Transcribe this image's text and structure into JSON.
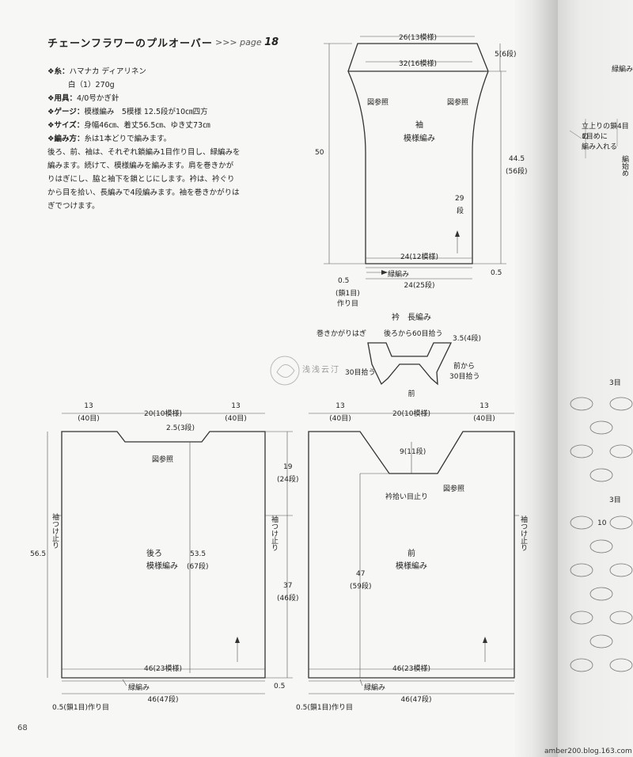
{
  "page_title": "チェーンフラワーのプルオーバー",
  "page_ref_prefix": ">>> page",
  "page_ref_num": "18",
  "specs": [
    {
      "key": "❖糸：",
      "value": "ハマナカ ディアリネン"
    },
    {
      "key": "",
      "value": "白（1）270g"
    },
    {
      "key": "❖用具：",
      "value": "4/0号かぎ針"
    },
    {
      "key": "❖ゲージ：",
      "value": "模様編み　5模様 12.5段が10㎝四方"
    },
    {
      "key": "❖サイズ：",
      "value": "身幅46㎝、着丈56.5㎝、ゆき丈73㎝"
    },
    {
      "key": "❖編み方：",
      "value": "糸は1本どりで編みます。"
    }
  ],
  "instructions": "後ろ、前、袖は、それぞれ鎖編み1目作り目し、緑編みを編みます。続けて、模様編みを編みます。肩を巻きかがりはぎにし、脇と袖下を鎖とじにします。衿は、衿ぐりから目を拾い、長編みで4段編みます。袖を巻きかがりはぎでつけます。",
  "sleeve": {
    "top_width": "26(13模様)",
    "inner_width": "32(16模様)",
    "cap_rows": "5(6段)",
    "ref_left": "図参照",
    "ref_right": "図参照",
    "name": "袖",
    "pattern": "模様編み",
    "total_length": "50",
    "side_length": "44.5",
    "side_rows": "(56段)",
    "inc_len": "29",
    "inc_rows": "段",
    "bottom_pattern": "24(12模様)",
    "border": "緑編み",
    "bottom_rows": "24(25段)",
    "corner_left": "0.5",
    "corner_left_note1": "(鎖1目)",
    "corner_left_note2": "作り目",
    "corner_right": "0.5"
  },
  "collar": {
    "title": "衿　長編み",
    "join_note": "巻きかがりはぎ",
    "back_pick": "後ろから60目拾う",
    "rows": "3.5(4段)",
    "left_pick": "30目拾う",
    "right_pick1": "前から",
    "right_pick2": "30目拾う",
    "front": "前"
  },
  "back": {
    "dim_left": "13",
    "dim_left_sts": "(40目)",
    "dim_mid": "20(10模様)",
    "dim_right": "13",
    "dim_right_sts": "(40目)",
    "neck_depth": "2.5(3段)",
    "ref": "図参照",
    "armhole_left": "袖つけ止り",
    "armhole_right": "袖つけ止り",
    "total": "56.5",
    "name": "後ろ",
    "pattern": "模様編み",
    "body_len": "53.5",
    "body_rows": "(67段)",
    "bottom_pattern": "46(23模様)",
    "border": "緑編み",
    "corner": "0.5(鎖1目)作り目",
    "bottom_rows": "46(47段)"
  },
  "between": {
    "armhole": "19",
    "armhole_rows": "(24段)",
    "side": "37",
    "side_rows": "(46段)",
    "corner": "0.5"
  },
  "front": {
    "dim_left": "13",
    "dim_left_sts": "(40目)",
    "dim_mid": "20(10模様)",
    "dim_right": "13",
    "dim_right_sts": "(40目)",
    "neck_depth": "9(11段)",
    "ref": "図参照",
    "neck_pick": "衿拾い目止り",
    "armhole_right": "袖つけ止り",
    "name": "前",
    "pattern": "模様編み",
    "side": "47",
    "side_rows": "(59段)",
    "bottom_pattern": "46(23模様)",
    "border": "緑編み",
    "corner": "0.5(鎖1目)作り目",
    "bottom_rows": "46(47段)"
  },
  "watermark": "浅浅云汀",
  "page_number": "68",
  "url": "amber200.blog.163.com",
  "right_page": {
    "header": "緑編み",
    "note1": "立上りの鎖4目の",
    "note2": "1目めに",
    "note3": "編み入れる",
    "note4": "編始め",
    "row3a": "3目",
    "row3b": "3目",
    "num10": "10"
  }
}
